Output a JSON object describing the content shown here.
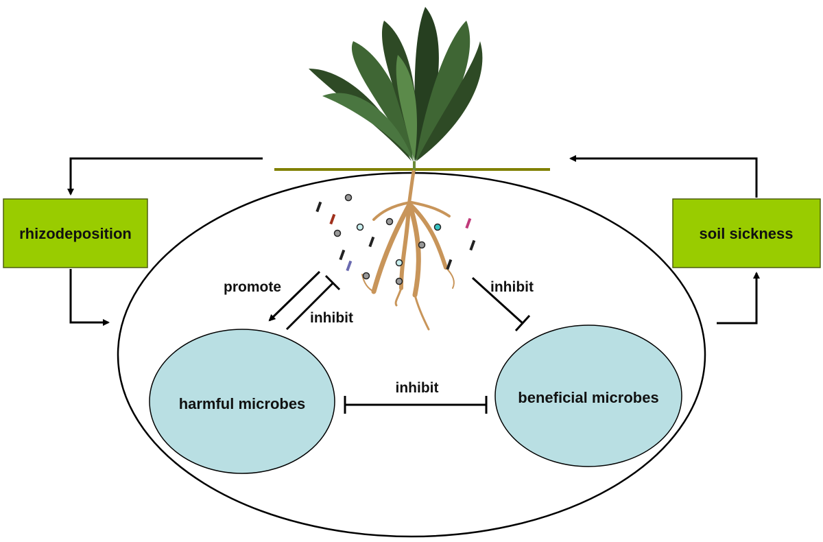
{
  "labels": {
    "rhizodeposition": "rhizodeposition",
    "soil_sickness": "soil sickness",
    "harmful_microbes": "harmful microbes",
    "beneficial_microbes": "beneficial microbes",
    "promote": "promote",
    "inhibit_left": "inhibit",
    "inhibit_right": "inhibit",
    "inhibit_bottom": "inhibit"
  },
  "colors": {
    "box_fill": "#99cc00",
    "microbe_fill": "#b9dfe3",
    "ground_line": "#808000",
    "leaf_dark": "#2e4a25",
    "leaf_mid": "#3f6634",
    "root": "#c8955a",
    "line": "#000000"
  }
}
